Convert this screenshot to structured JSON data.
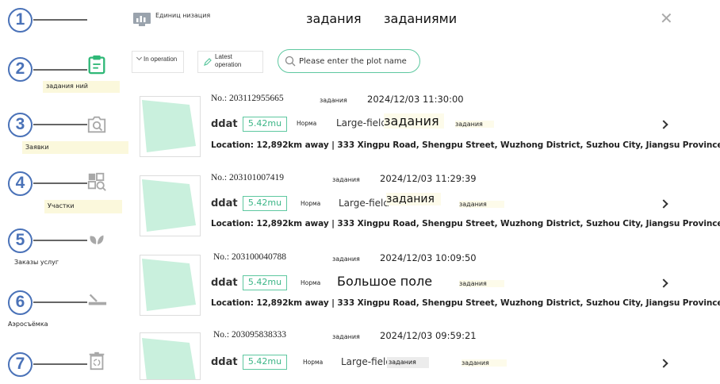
{
  "header": {
    "org_label": "Единиц   низация",
    "tab_tasks": "задания",
    "tab_task_mgmt": "заданиями",
    "close_icon": "close-icon"
  },
  "steps": [
    {
      "num": "1",
      "label": "",
      "icon": "dashboard-icon"
    },
    {
      "num": "2",
      "label": "задания    ний",
      "icon": "clipboard-icon",
      "active": true
    },
    {
      "num": "3",
      "label": "Заявки",
      "icon": "camera-search-icon"
    },
    {
      "num": "4",
      "label": "Участки",
      "icon": "plot-search-icon"
    },
    {
      "num": "5",
      "label": "Заказы услуг",
      "icon": "leaf-icon"
    },
    {
      "num": "6",
      "label": "Аэросъёмка",
      "icon": "drone-icon"
    },
    {
      "num": "7",
      "label": "",
      "icon": "recycle-bin-icon"
    }
  ],
  "filters": {
    "status": "In operation",
    "sort_line1": "Latest",
    "sort_line2": "operation",
    "search_placeholder": "Please enter the plot name"
  },
  "colors": {
    "accent": "#5ec8a0",
    "step": "#4a72b8",
    "thumb_fill": "#c9f0dd"
  },
  "tasks": [
    {
      "no": "No.: 203112955665",
      "task_label": "задания",
      "time": "2024/12/03 11:30:00",
      "type": "ddat",
      "area": "5.42mu",
      "norm": "Норма",
      "field": "Large-field",
      "field_tag": "задания",
      "task_label2": "задания",
      "location": "Location: 12,892km away | 333 Xingpu Road, Shengpu Street, Wuzhong District, Suzhou City, Jiangsu Province, China"
    },
    {
      "no": "No.: 203101007419",
      "task_label": "задания",
      "time": "2024/12/03 11:29:39",
      "type": "ddat",
      "area": "5.42mu",
      "norm": "Норма",
      "field": "Large-field",
      "field_tag": "задания",
      "task_label2": "задания",
      "location": "Location: 12,892km away | 333 Xingpu Road, Shengpu Street, Wuzhong District, Suzhou City, Jiangsu Province, China"
    },
    {
      "no": "No.: 203100040788",
      "task_label": "задания",
      "time": "2024/12/03 10:09:50",
      "type": "ddat",
      "area": "5.42mu",
      "norm": "Норма",
      "field": "",
      "field_tag": "Большое поле",
      "task_label2": "задания",
      "location": "Location: 12,892km away | 333 Xingpu Road, Shengpu Street, Wuzhong District, Suzhou City, Jiangsu Province, China"
    },
    {
      "no": "No.: 203095838333",
      "task_label": "задания",
      "time": "2024/12/03 09:59:21",
      "type": "ddat",
      "area": "5.42mu",
      "norm": "Норма",
      "field": "Large-field",
      "field_tag": "задания",
      "task_label2": "задания",
      "location": ""
    }
  ]
}
